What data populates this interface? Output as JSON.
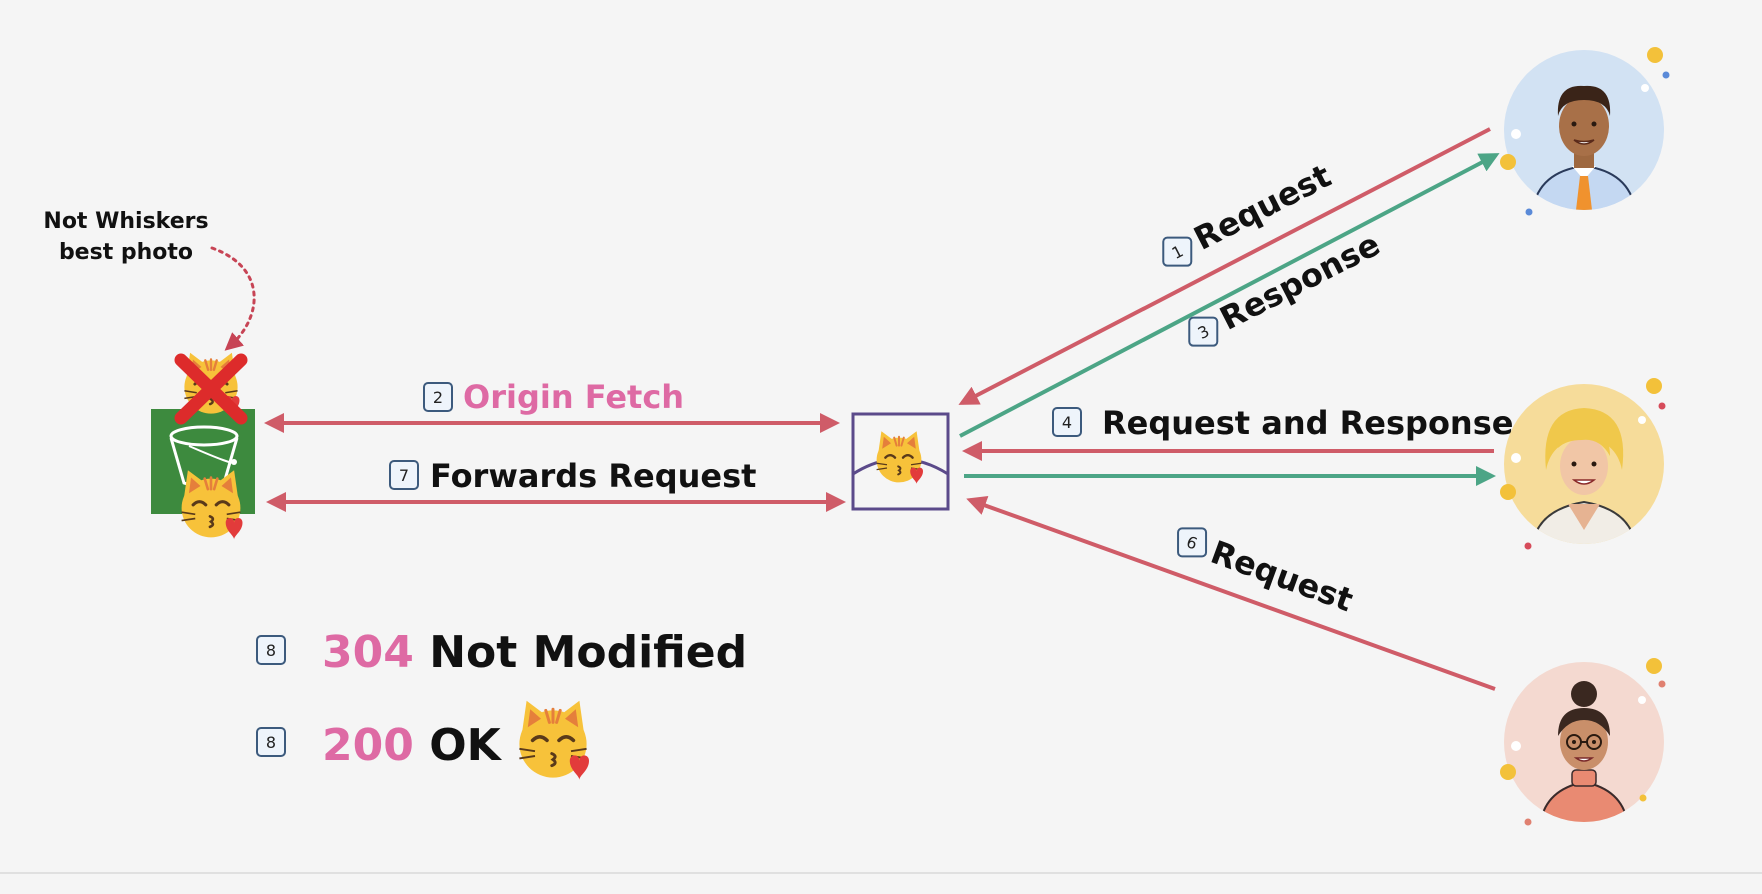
{
  "note": {
    "line1": "Not Whiskers",
    "line2": "best photo"
  },
  "steps": {
    "origin_fetch": {
      "num": "2",
      "label": "Origin Fetch"
    },
    "forwards_request": {
      "num": "7",
      "label": "Forwards Request"
    },
    "request_1": {
      "num": "1",
      "label": "Request"
    },
    "response_3": {
      "num": "3",
      "label": "Response"
    },
    "request_response_4": {
      "num": "4",
      "label": "Request and Response"
    },
    "request_6": {
      "num": "6",
      "label": "Request"
    }
  },
  "status": [
    {
      "num": "8",
      "code": "304",
      "text": "Not Modified"
    },
    {
      "num": "8",
      "code": "200",
      "text": "OK"
    }
  ],
  "icons": {
    "bucket": "storage-bucket-icon",
    "cat": "kissing-cat-emoji",
    "cross": "red-x-icon",
    "edge": "edge-cache-icon",
    "users": [
      "man-avatar",
      "blonde-woman-avatar",
      "woman-with-bun-avatar"
    ]
  },
  "colors": {
    "request_arrow": "#cf5c68",
    "response_arrow": "#4ca586",
    "accent_pink": "#de6aa4",
    "edge_border": "#5b4a8a",
    "bucket_green": "#3d8a3e",
    "badge_border": "#3c5a7d"
  }
}
